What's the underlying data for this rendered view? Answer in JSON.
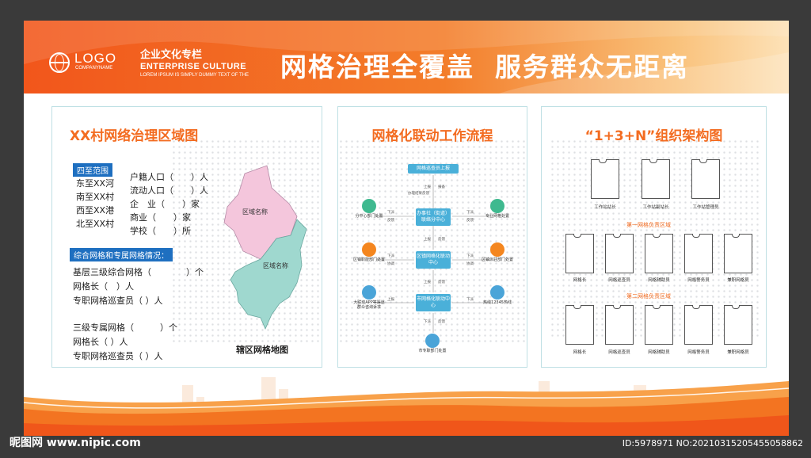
{
  "header": {
    "logo_text": "LOGO",
    "logo_sub": "COMPANYNAME",
    "culture_cn": "企业文化专栏",
    "culture_en": "ENTERPRISE CULTURE",
    "culture_small": "LOREM IPSUM IS SIMPLY DUMMY TEXT OF THE",
    "title_part1": "网格治理全覆盖",
    "title_part2": "服务群众无距离"
  },
  "panel1": {
    "title": "XX村网络治理区域图",
    "scope_tag": "四至范围",
    "scope": [
      "东至XX河",
      "南至XX村",
      "西至XX港",
      "北至XX村"
    ],
    "stats": [
      "户籍人口（　　）人",
      "流动人口（　　）人",
      "企　业（　　）家",
      "商业（　　）家",
      "学校（　　）所"
    ],
    "grid_tag": "综合网格和专属网格情况：",
    "grid_lines": [
      "基层三级综合网格（　　　　）个",
      "网格长（　）人",
      "专职网格巡查员（  ）人"
    ],
    "dedicated_lines": [
      "三级专属网格（　　　）个",
      "网格长（  ）人",
      "专职网格巡查员（  ）人"
    ],
    "map_region1": "区域名称",
    "map_region2": "区域名称",
    "map_caption": "辖区网格地图"
  },
  "panel2": {
    "title": "网格化联动工作流程",
    "top_box": "网格巡查员上报",
    "center_box1": "办事社（街道）联络分中心",
    "center_box2": "区镇网格化联动中心",
    "center_box3": "市网格化联动中心",
    "left_node1": "分中心部门处置",
    "right_node1": "专业网格处置",
    "left_node2": "区镇职能部门处置",
    "right_node2": "区镇派驻部门处置",
    "left_node3": "大联动APP等渠道群众咨询诉求",
    "right_node3": "热线12345热线",
    "bottom_node": "市专职部门处置",
    "sub_report": "上报",
    "sub_feedback": "反馈",
    "sub_dispatch": "下派",
    "sub_coord": "协调",
    "sub_notify": "报备",
    "sub_detail": "办理结果反馈"
  },
  "panel3": {
    "title": "“1+3+N”组织架构图",
    "top_labels": [
      "工作站站长",
      "工作站副站长",
      "工作站管理员"
    ],
    "section1": "第一网格负责区域",
    "row1_labels": [
      "网格长",
      "网格巡查员",
      "网格辅助员",
      "网格警务员",
      "兼职网格员"
    ],
    "section2": "第二网格负责区域",
    "row2_labels": [
      "网格长",
      "网格巡查员",
      "网格辅助员",
      "网格警务员",
      "兼职网格员"
    ]
  },
  "watermark": {
    "left": "昵图网 www.nipic.com",
    "right": "ID:5978971 NO:20210315205455058862"
  },
  "colors": {
    "accent": "#f36c21",
    "blue": "#1e6fc0",
    "panel_border": "#bfe0e4",
    "map_pink": "#f4c6dc",
    "map_teal": "#9fd8cf"
  }
}
